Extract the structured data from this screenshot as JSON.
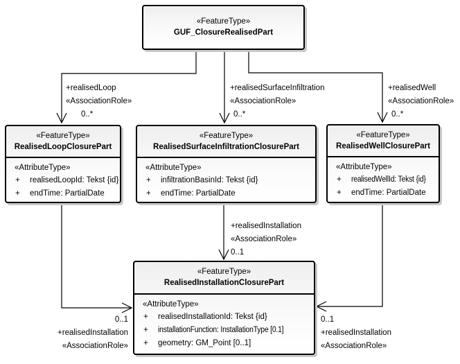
{
  "diagram_title": "GUF Closure Realised Part UML class diagram",
  "colors": {
    "box_border": "#000000",
    "box_fill_top": "#efefef",
    "box_fill_bottom": "#ffffff",
    "box_shadow": "#c9c9c9",
    "line": "#000000",
    "background": "#ffffff"
  },
  "boxes": {
    "root": {
      "stereotype": "«FeatureType»",
      "name": "GUF_ClosureRealisedPart"
    },
    "loop": {
      "stereotype": "«FeatureType»",
      "name": "RealisedLoopClosurePart",
      "attr_header": "«AttributeType»",
      "attributes": [
        {
          "vis": "+",
          "text": "realisedLoopId: Tekst {id}"
        },
        {
          "vis": "+",
          "text": "endTime: PartialDate"
        }
      ]
    },
    "surface": {
      "stereotype": "«FeatureType»",
      "name": "RealisedSurfaceInfiltrationClosurePart",
      "attr_header": "«AttributeType»",
      "attributes": [
        {
          "vis": "+",
          "text": "infiltrationBasinId: Tekst {id}"
        },
        {
          "vis": "+",
          "text": "endTime: PartialDate"
        }
      ]
    },
    "well": {
      "stereotype": "«FeatureType»",
      "name": "RealisedWellClosurePart",
      "attr_header": "«AttributeType»",
      "attributes": [
        {
          "vis": "+",
          "text": "realisedWellId: Tekst {id}"
        },
        {
          "vis": "+",
          "text": "endTime: PartialDate"
        }
      ]
    },
    "installation": {
      "stereotype": "«FeatureType»",
      "name": "RealisedInstallationClosurePart",
      "attr_header": "«AttributeType»",
      "attributes": [
        {
          "vis": "+",
          "text": "realisedInstallationId: Tekst {id}"
        },
        {
          "vis": "+",
          "text": "installationFunction: InstallationType [0.1]"
        },
        {
          "vis": "+",
          "text": "geometry: GM_Point [0..1]"
        }
      ]
    }
  },
  "connectors": {
    "realised_loop": {
      "role": "+realisedLoop",
      "stereotype": "«AssociationRole»",
      "multiplicity": "0..*"
    },
    "realised_surface_infiltration": {
      "role": "+realisedSurfaceInfiltration",
      "stereotype": "«AssociationRole»",
      "multiplicity": "0..*"
    },
    "realised_well": {
      "role": "+realisedWell",
      "stereotype": "«AssociationRole»",
      "multiplicity": "0..*"
    },
    "realised_installation_mid": {
      "role": "+realisedInstallation",
      "stereotype": "«AssociationRole»",
      "multiplicity": "0..1"
    },
    "realised_installation_left": {
      "multiplicity": "0..1",
      "role": "+realisedInstallation",
      "stereotype": "«AssociationRole»"
    },
    "realised_installation_right": {
      "multiplicity": "0..1",
      "role": "+realisedInstallation",
      "stereotype": "«AssociationRole»"
    }
  }
}
